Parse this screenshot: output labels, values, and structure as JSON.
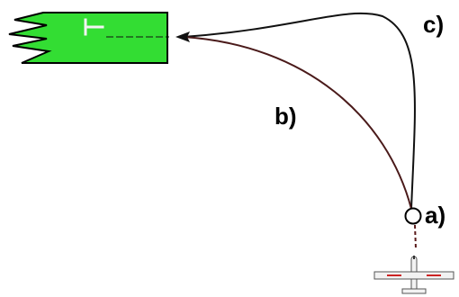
{
  "labels": {
    "point_a": "a)",
    "path_b": "b)",
    "path_c": "c)"
  },
  "colors": {
    "landing_area": "#33dd33",
    "path_b": "#4a1a1a",
    "path_c": "#111111",
    "aircraft_body": "#f2f2f2",
    "aircraft_stripe": "#cc2222"
  },
  "icons": {
    "landing_marker": "landing-t-icon",
    "aircraft": "aircraft-icon",
    "start_point": "circle-marker-icon",
    "arrowhead": "arrowhead-icon"
  }
}
